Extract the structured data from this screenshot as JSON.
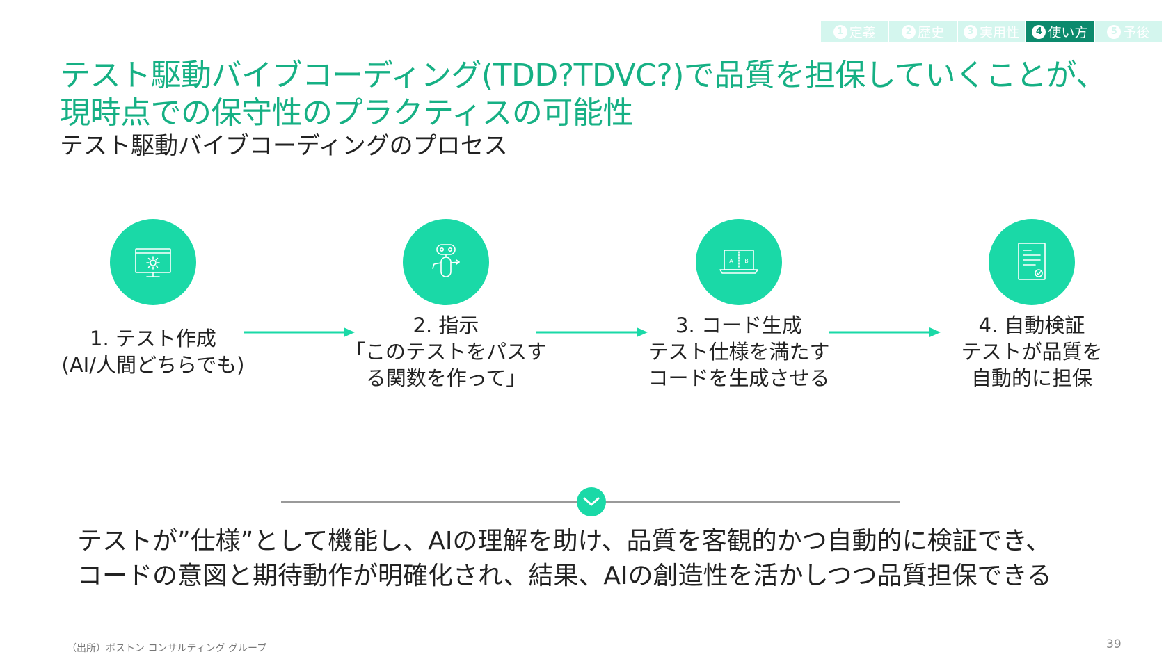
{
  "nav": {
    "tabs": [
      {
        "num": "1",
        "label": "定義",
        "active": false
      },
      {
        "num": "2",
        "label": "歴史",
        "active": false
      },
      {
        "num": "3",
        "label": "実用性",
        "active": false
      },
      {
        "num": "4",
        "label": "使い方",
        "active": true
      },
      {
        "num": "5",
        "label": "予後",
        "active": false
      }
    ]
  },
  "title": {
    "line1": "テスト駆動バイブコーディング(TDD?TDVC?)で品質を担保していくことが、",
    "line2": "現時点での保守性のプラクティスの可能性"
  },
  "subtitle": "テスト駆動バイブコーディングのプロセス",
  "steps": [
    {
      "icon": "monitor-gear-icon",
      "lines": [
        "1. テスト作成",
        "(AI/人間どちらでも)"
      ]
    },
    {
      "icon": "robot-icon",
      "lines": [
        "2. 指示",
        "「このテストをパスす",
        "る関数を作って」"
      ]
    },
    {
      "icon": "laptop-ab-icon",
      "lines": [
        "3. コード生成",
        "テスト仕様を満たす",
        "コードを生成させる"
      ]
    },
    {
      "icon": "document-check-icon",
      "lines": [
        "4. 自動検証",
        "テストが品質を",
        "自動的に担保"
      ]
    }
  ],
  "conclusion": {
    "line1": "テストが”仕様”として機能し、AIの理解を助け、品質を客観的かつ自動的に検証でき、",
    "line2": "コードの意図と期待動作が明確化され、結果、AIの創造性を活かしつつ品質担保できる"
  },
  "footer": {
    "source": "（出所）ボストン コンサルティング グループ",
    "page": "39"
  },
  "colors": {
    "accent": "#1ad9a7",
    "title": "#16b084",
    "nav_bg": "#d4f6ee",
    "nav_active": "#0c8a6d"
  }
}
